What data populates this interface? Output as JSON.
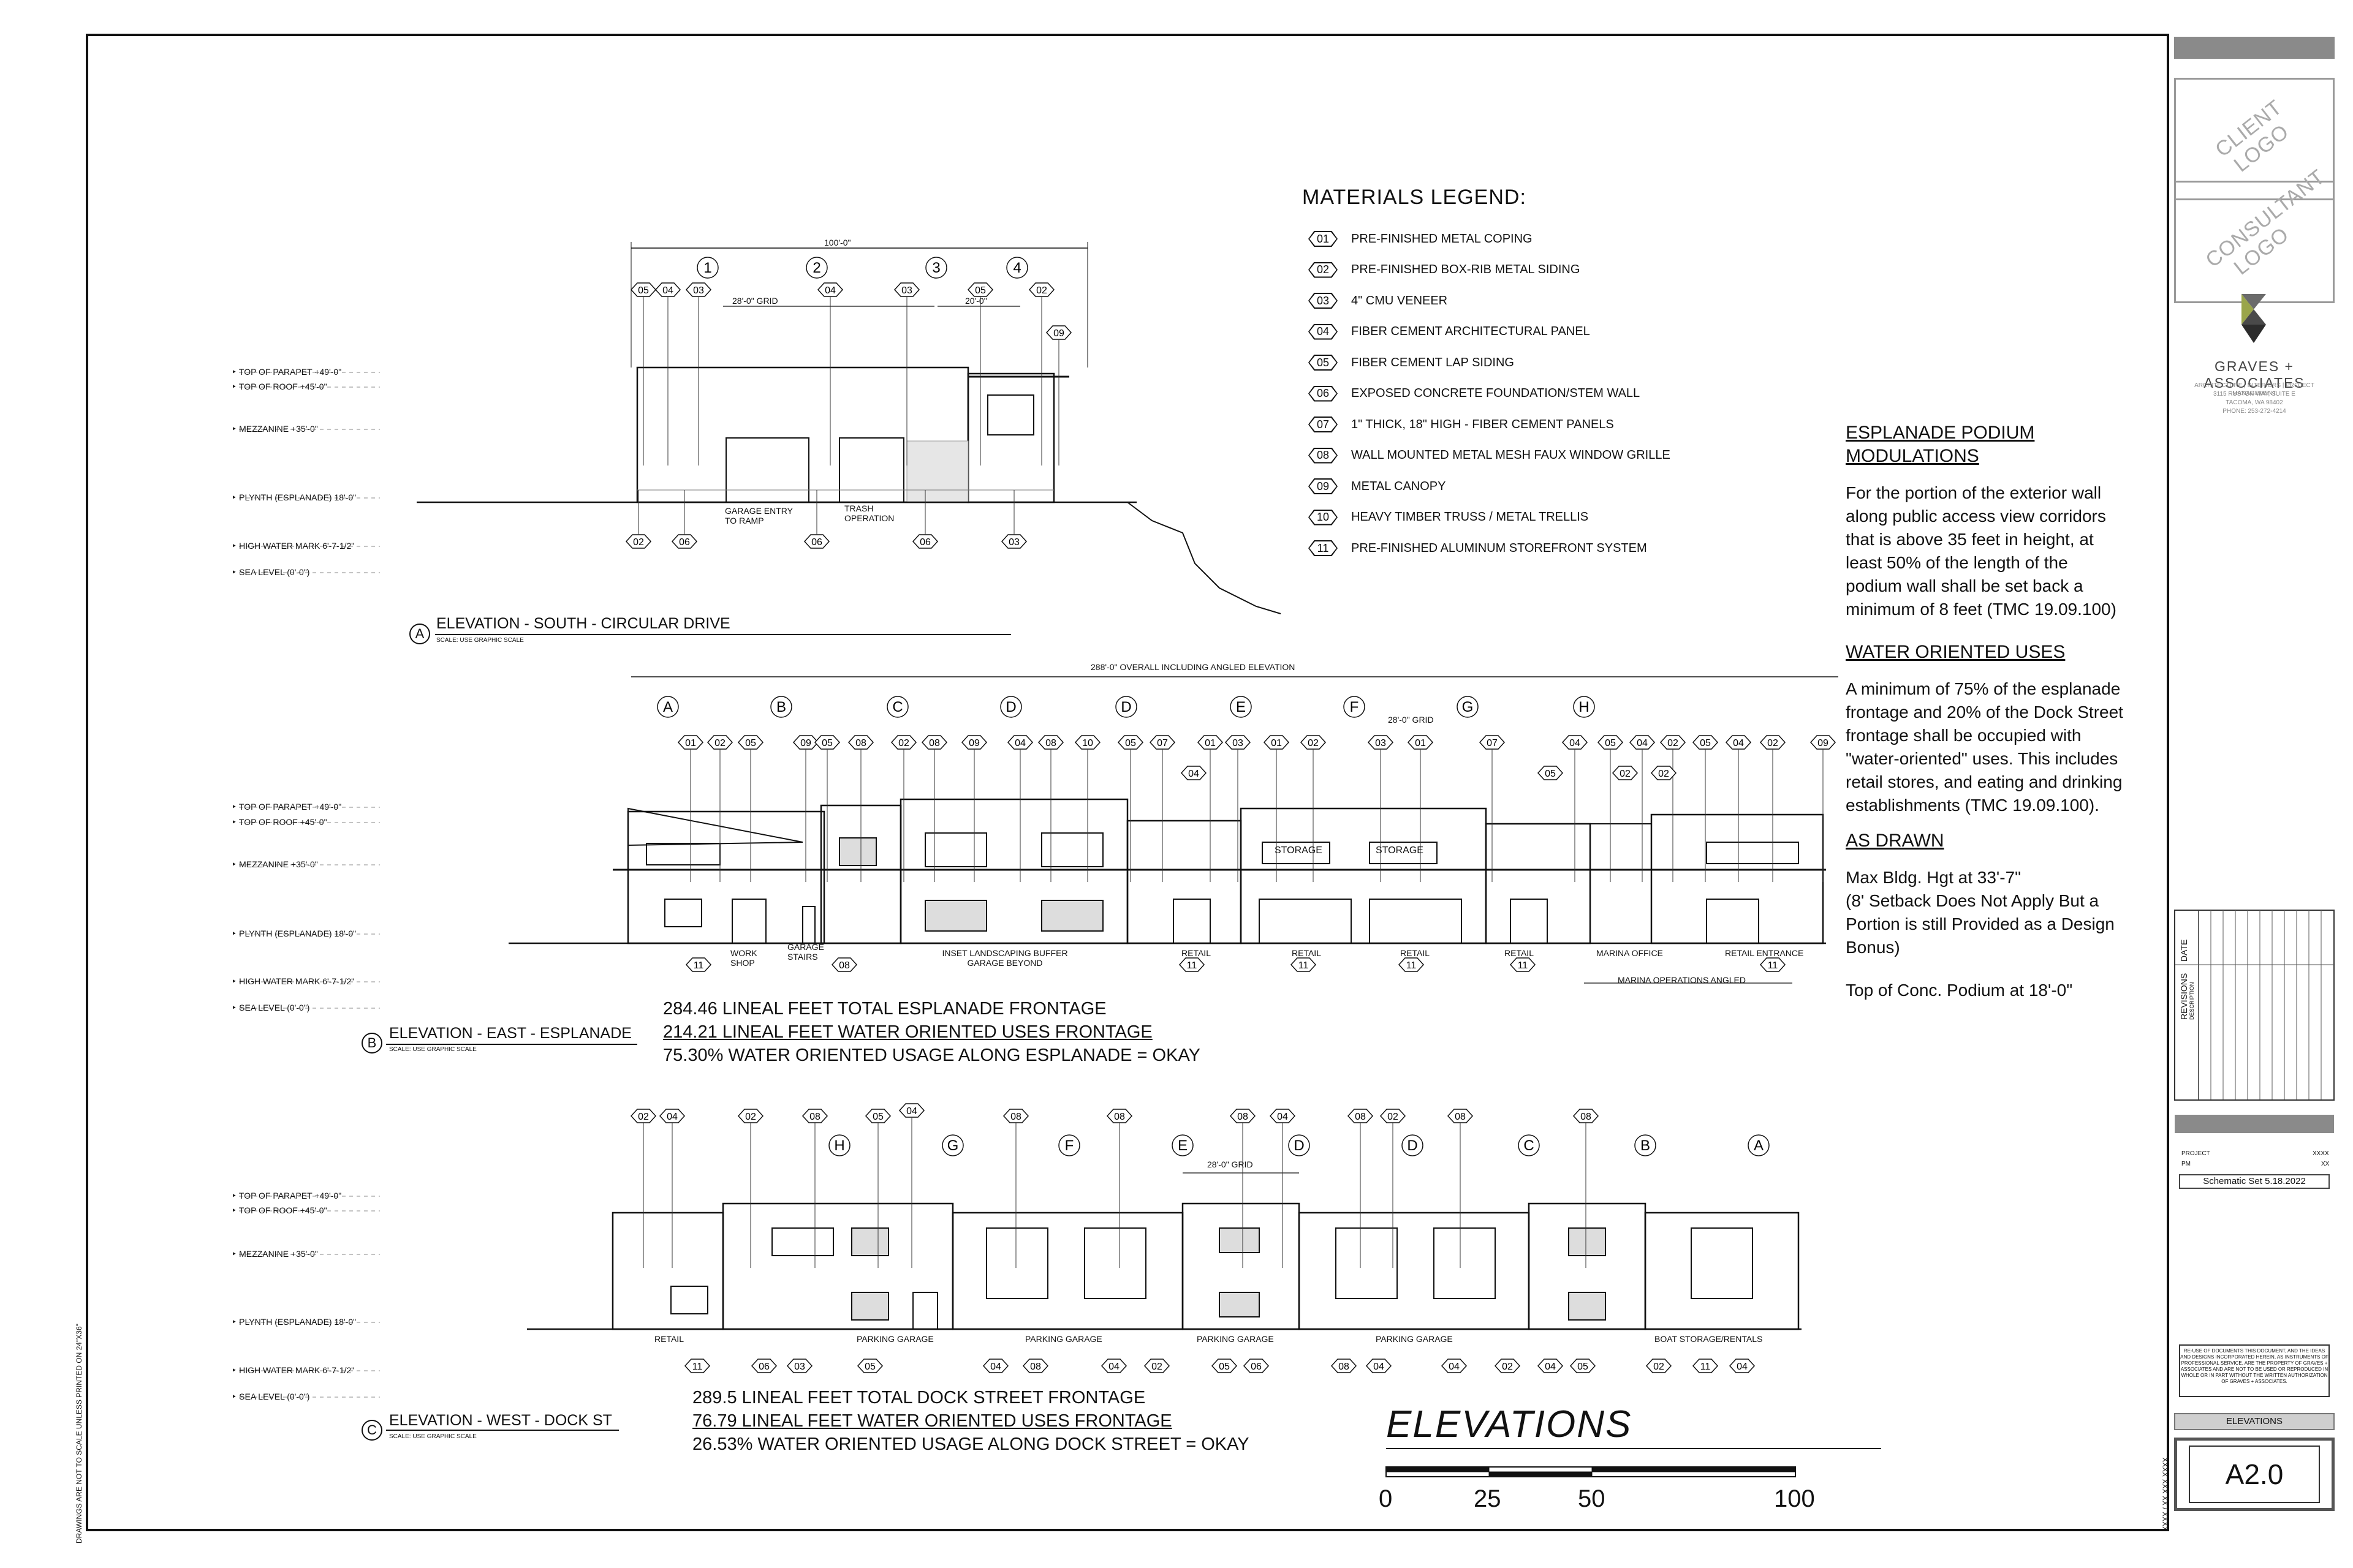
{
  "sheet": {
    "side_note": "DRAWINGS ARE NOT TO SCALE UNLESS PRINTED ON 24\"X36\"",
    "sheet_title": "ELEVATIONS",
    "sheet_number": "A2.0",
    "project_label": "PROJECT",
    "project_value": "XXXX",
    "pm_label": "PM",
    "pm_value": "XX",
    "set_name": "Schematic Set 5.18.2022",
    "stamp_text": "XXXX / XX.XXX.XXXX",
    "revisions_label": "REVISIONS",
    "description_label": "DESCRIPTION",
    "date_label": "DATE",
    "reuse_text": "RE-USE OF DOCUMENTS THIS DOCUMENT, AND THE IDEAS AND DESIGNS INCORPORATED HEREIN, AS INSTRUMENTS OF PROFESSIONAL SERVICE, ARE THE PROPERTY OF GRAVES + ASSOCIATES AND ARE NOT TO BE USED OR REPRODUCED IN WHOLE OR IN PART WITHOUT THE WRITTEN AUTHORIZATION OF GRAVES + ASSOCIATES."
  },
  "title_block": {
    "client_logo": "CLIENT LOGO",
    "consultant_logo": "CONSULTANT LOGO",
    "firm_name": "GRAVES + ASSOCIATES",
    "firm_tagline": "ARCHITECTURE | INTERIORS | PROJECT MANAGEMENT",
    "firm_address_1": "3115 RUSTON WAY, SUITE E",
    "firm_address_2": "TACOMA, WA 98402",
    "firm_phone": "PHONE: 253-272-4214"
  },
  "legend": {
    "title": "MATERIALS LEGEND:",
    "items": [
      {
        "code": "01",
        "text": "PRE-FINISHED METAL COPING"
      },
      {
        "code": "02",
        "text": "PRE-FINISHED BOX-RIB METAL SIDING"
      },
      {
        "code": "03",
        "text": "4\" CMU VENEER"
      },
      {
        "code": "04",
        "text": "FIBER CEMENT ARCHITECTURAL PANEL"
      },
      {
        "code": "05",
        "text": "FIBER CEMENT LAP SIDING"
      },
      {
        "code": "06",
        "text": "EXPOSED CONCRETE FOUNDATION/STEM WALL"
      },
      {
        "code": "07",
        "text": "1\" THICK, 18\" HIGH - FIBER CEMENT PANELS"
      },
      {
        "code": "08",
        "text": "WALL MOUNTED METAL MESH FAUX WINDOW GRILLE"
      },
      {
        "code": "09",
        "text": "METAL CANOPY"
      },
      {
        "code": "10",
        "text": "HEAVY TIMBER TRUSS / METAL TRELLIS"
      },
      {
        "code": "11",
        "text": "PRE-FINISHED ALUMINUM STOREFRONT SYSTEM"
      }
    ]
  },
  "notes": {
    "podium_title_1": "ESPLANADE PODIUM",
    "podium_title_2": "MODULATIONS",
    "podium_lines": [
      "For the portion of the exterior wall",
      "along public access view corridors",
      "that is above 35 feet in height, at",
      "least 50% of the length of the",
      "podium wall shall be set back a",
      "minimum of 8  feet (TMC 19.09.100)"
    ],
    "water_title": "WATER ORIENTED USES",
    "water_lines": [
      "A minimum of 75% of the esplanade",
      "frontage and 20% of the Dock Street",
      "frontage shall be occupied with",
      "\"water-oriented\" uses. This includes",
      "retail stores, and eating and drinking",
      "establishments (TMC 19.09.100)."
    ],
    "drawn_title": "AS DRAWN",
    "drawn_lines": [
      "Max Bldg. Hgt at 33'-7\"",
      "(8' Setback Does Not Apply But a",
      "Portion is still Provided as a Design",
      "Bonus)"
    ],
    "podium_top": "Top of Conc. Podium at 18'-0\""
  },
  "levels": [
    "TOP OF PARAPET +49'-0\"",
    "TOP OF ROOF +45'-0\"",
    "MEZZANINE +35'-0\"",
    "PLYNTH (ESPLANADE) 18'-0\"",
    "HIGH WATER MARK 6'-7-1/2\"",
    "SEA LEVEL (0'-0\")"
  ],
  "elevation_a": {
    "circle": "A",
    "title": "ELEVATION - SOUTH - CIRCULAR DRIVE",
    "scale": "SCALE:    USE GRAPHIC SCALE",
    "overall_dim": "100'-0\"",
    "grid_dim": "28'-0\" GRID",
    "dim_20": "20'-0\"",
    "grids": [
      "1",
      "2",
      "3",
      "4"
    ],
    "top_tags": [
      "05",
      "04",
      "03",
      "04",
      "03",
      "05",
      "02",
      "09"
    ],
    "bottom_tags": [
      "02",
      "06",
      "06",
      "06",
      "03"
    ],
    "label_garage": "GARAGE ENTRY",
    "label_garage_2": "TO RAMP",
    "label_trash": "TRASH",
    "label_trash_2": "OPERATION"
  },
  "elevation_b": {
    "circle": "B",
    "title": "ELEVATION - EAST - ESPLANADE",
    "scale": "SCALE:    USE GRAPHIC SCALE",
    "overall_dim": "288'-0\" OVERALL INCLUDING ANGLED ELEVATION",
    "grid_dim": "28'-0\" GRID",
    "grids": [
      "A",
      "B",
      "C",
      "D",
      "D",
      "E",
      "F",
      "G",
      "H"
    ],
    "top_tags": [
      "01",
      "02",
      "05",
      "09",
      "05",
      "08",
      "02",
      "08",
      "09",
      "04",
      "08",
      "10",
      "05",
      "07",
      "01",
      "03",
      "01",
      "02",
      "03",
      "01",
      "07",
      "04",
      "05",
      "04",
      "02",
      "05",
      "04",
      "02",
      "09"
    ],
    "mid_tags": [
      "04",
      "05",
      "02",
      "02"
    ],
    "labels": [
      "WORK SHOP",
      "GARAGE STAIRS",
      "INSET LANDSCAPING BUFFER GARAGE BEYOND",
      "RETAIL",
      "RETAIL",
      "RETAIL",
      "RETAIL",
      "MARINA OFFICE",
      "RETAIL ENTRANCE"
    ],
    "storage_1": "STORAGE",
    "storage_2": "STORAGE",
    "bottom_tags": [
      "11",
      "08",
      "11",
      "11",
      "11",
      "11",
      "11"
    ],
    "marina_dim": "MARINA OPERATIONS ANGLED",
    "frontage_1": "284.46 LINEAL FEET TOTAL ESPLANADE FRONTAGE",
    "frontage_2": "214.21 LINEAL FEET WATER ORIENTED USES FRONTAGE",
    "frontage_3": "75.30% WATER ORIENTED USAGE ALONG ESPLANADE = OKAY"
  },
  "elevation_c": {
    "circle": "C",
    "title": "ELEVATION - WEST - DOCK ST",
    "scale": "SCALE:    USE GRAPHIC SCALE",
    "grid_dim": "28'-0\" GRID",
    "grids": [
      "H",
      "G",
      "F",
      "E",
      "D",
      "D",
      "C",
      "B",
      "A"
    ],
    "top_tags": [
      "02",
      "04",
      "02",
      "08",
      "05",
      "04",
      "08",
      "08",
      "08",
      "04",
      "08",
      "02",
      "08",
      "08"
    ],
    "labels": [
      "RETAIL",
      "PARKING GARAGE",
      "PARKING GARAGE",
      "PARKING GARAGE",
      "PARKING GARAGE",
      "BOAT STORAGE/RENTALS"
    ],
    "bottom_tags": [
      "11",
      "06",
      "03",
      "05",
      "04",
      "08",
      "04",
      "02",
      "05",
      "06",
      "08",
      "04",
      "04",
      "02",
      "04",
      "05",
      "02",
      "11",
      "04"
    ],
    "frontage_1": "289.5 LINEAL FEET TOTAL DOCK STREET FRONTAGE",
    "frontage_2": "76.79 LINEAL FEET WATER ORIENTED USES FRONTAGE",
    "frontage_3": "26.53% WATER ORIENTED USAGE ALONG DOCK STREET = OKAY"
  },
  "graphic_scale": {
    "title": "ELEVATIONS",
    "ticks": [
      "0",
      "25",
      "50",
      "100"
    ]
  }
}
